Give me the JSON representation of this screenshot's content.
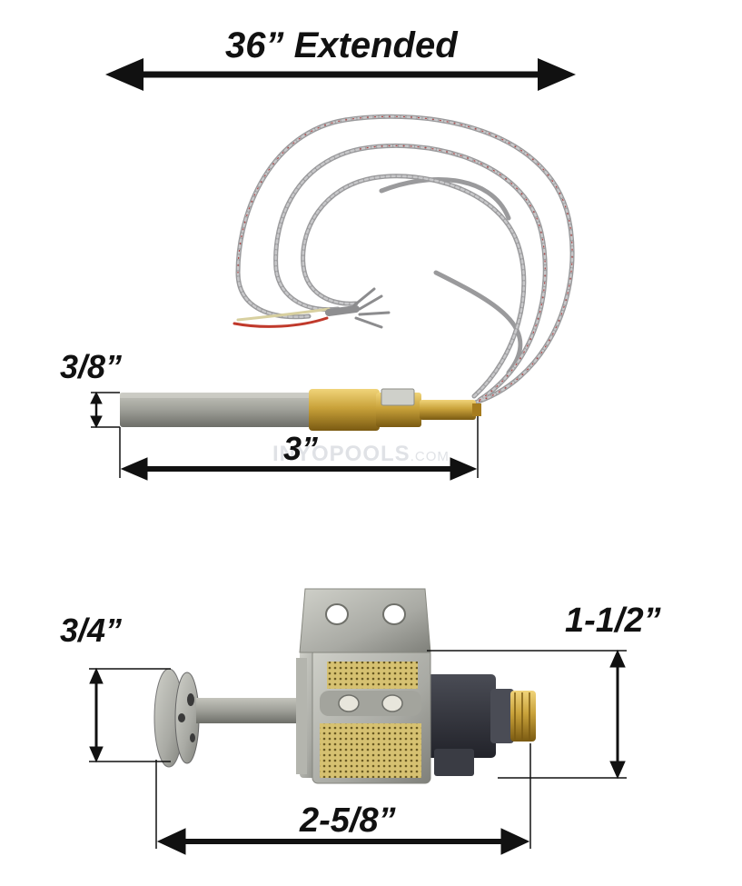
{
  "dimensions": {
    "extended_length": "36” Extended",
    "tube_diameter": "3/8”",
    "tube_length": "3”",
    "pilot_width": "3/4”",
    "pilot_height": "1-1/2”",
    "pilot_length": "2-5/8”"
  },
  "watermark": {
    "brand": "INYOPOOLS",
    "suffix": ".COM"
  },
  "colors": {
    "background": "#ffffff",
    "dimension_lines": "#111111",
    "brass": "#c9a23a",
    "cast_metal": "#a9aaa4",
    "mesh": "#d6c171",
    "wire_red": "#c0392b",
    "lead_sheath": "#b9b9bb"
  },
  "icons": [
    "thermocouple-assembly",
    "pilot-burner-assembly"
  ]
}
